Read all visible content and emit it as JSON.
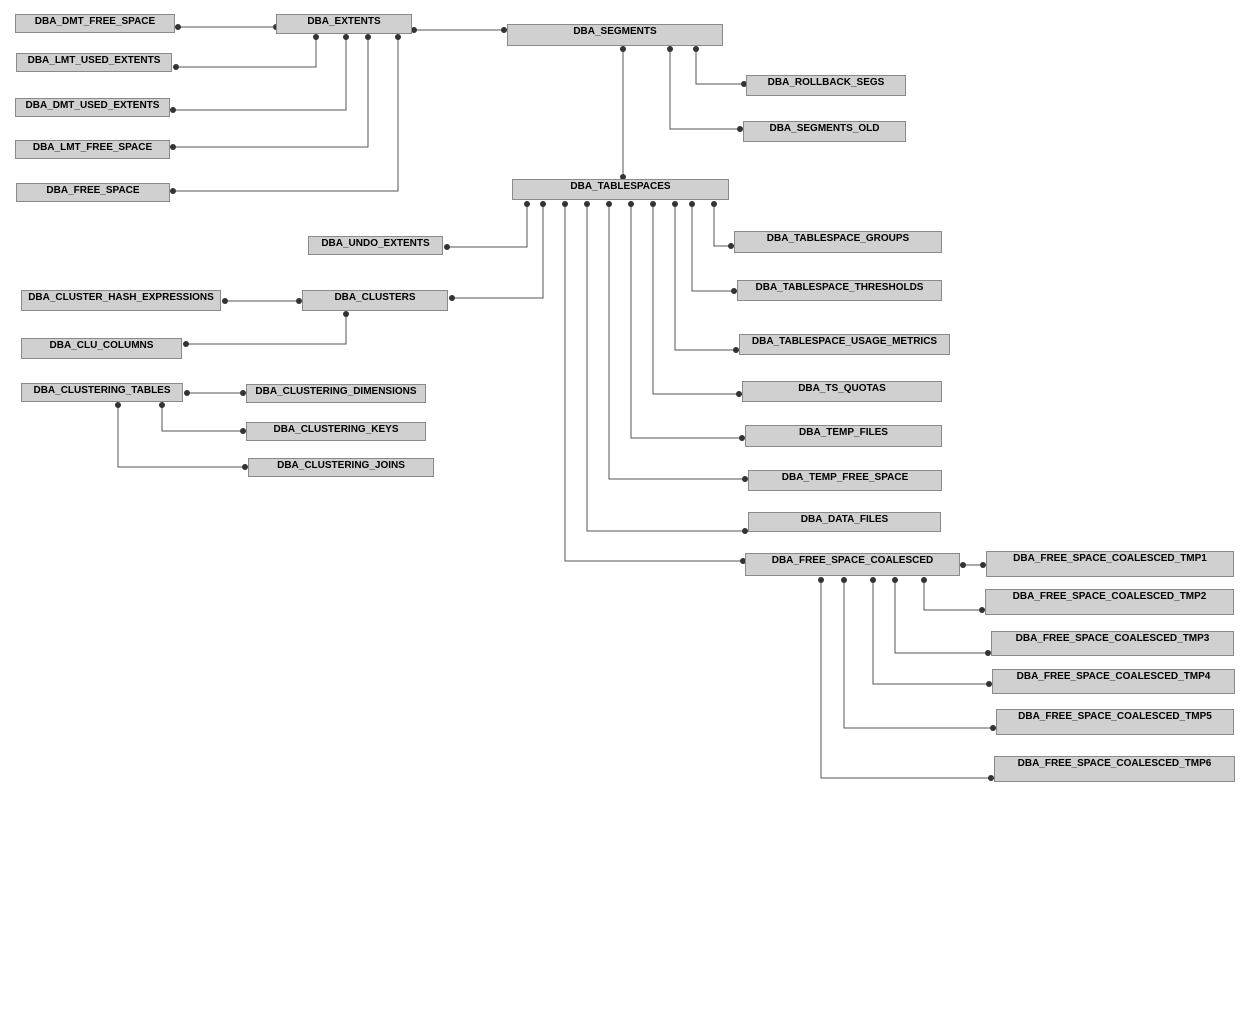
{
  "tables": {
    "dmt_free_space": "DBA_DMT_FREE_SPACE",
    "extents": "DBA_EXTENTS",
    "segments": "DBA_SEGMENTS",
    "lmt_used_extents": "DBA_LMT_USED_EXTENTS",
    "dmt_used_extents": "DBA_DMT_USED_EXTENTS",
    "lmt_free_space": "DBA_LMT_FREE_SPACE",
    "free_space": "DBA_FREE_SPACE",
    "rollback_segs": "DBA_ROLLBACK_SEGS",
    "segments_old": "DBA_SEGMENTS_OLD",
    "tablespaces": "DBA_TABLESPACES",
    "undo_extents": "DBA_UNDO_EXTENTS",
    "tablespace_groups": "DBA_TABLESPACE_GROUPS",
    "tablespace_thresholds": "DBA_TABLESPACE_THRESHOLDS",
    "tablespace_usage_metrics": "DBA_TABLESPACE_USAGE_METRICS",
    "ts_quotas": "DBA_TS_QUOTAS",
    "temp_files": "DBA_TEMP_FILES",
    "temp_free_space": "DBA_TEMP_FREE_SPACE",
    "data_files": "DBA_DATA_FILES",
    "free_space_coalesced": "DBA_FREE_SPACE_COALESCED",
    "fsc_tmp1": "DBA_FREE_SPACE_COALESCED_TMP1",
    "fsc_tmp2": "DBA_FREE_SPACE_COALESCED_TMP2",
    "fsc_tmp3": "DBA_FREE_SPACE_COALESCED_TMP3",
    "fsc_tmp4": "DBA_FREE_SPACE_COALESCED_TMP4",
    "fsc_tmp5": "DBA_FREE_SPACE_COALESCED_TMP5",
    "fsc_tmp6": "DBA_FREE_SPACE_COALESCED_TMP6",
    "cluster_hash_expressions": "DBA_CLUSTER_HASH_EXPRESSIONS",
    "clusters": "DBA_CLUSTERS",
    "clu_columns": "DBA_CLU_COLUMNS",
    "clustering_tables": "DBA_CLUSTERING_TABLES",
    "clustering_dimensions": "DBA_CLUSTERING_DIMENSIONS",
    "clustering_keys": "DBA_CLUSTERING_KEYS",
    "clustering_joins": "DBA_CLUSTERING_JOINS"
  },
  "colors": {
    "node_fill": "#d0d0d0",
    "node_border": "#8a8a8a",
    "wire": "#555555",
    "dot": "#333333"
  }
}
